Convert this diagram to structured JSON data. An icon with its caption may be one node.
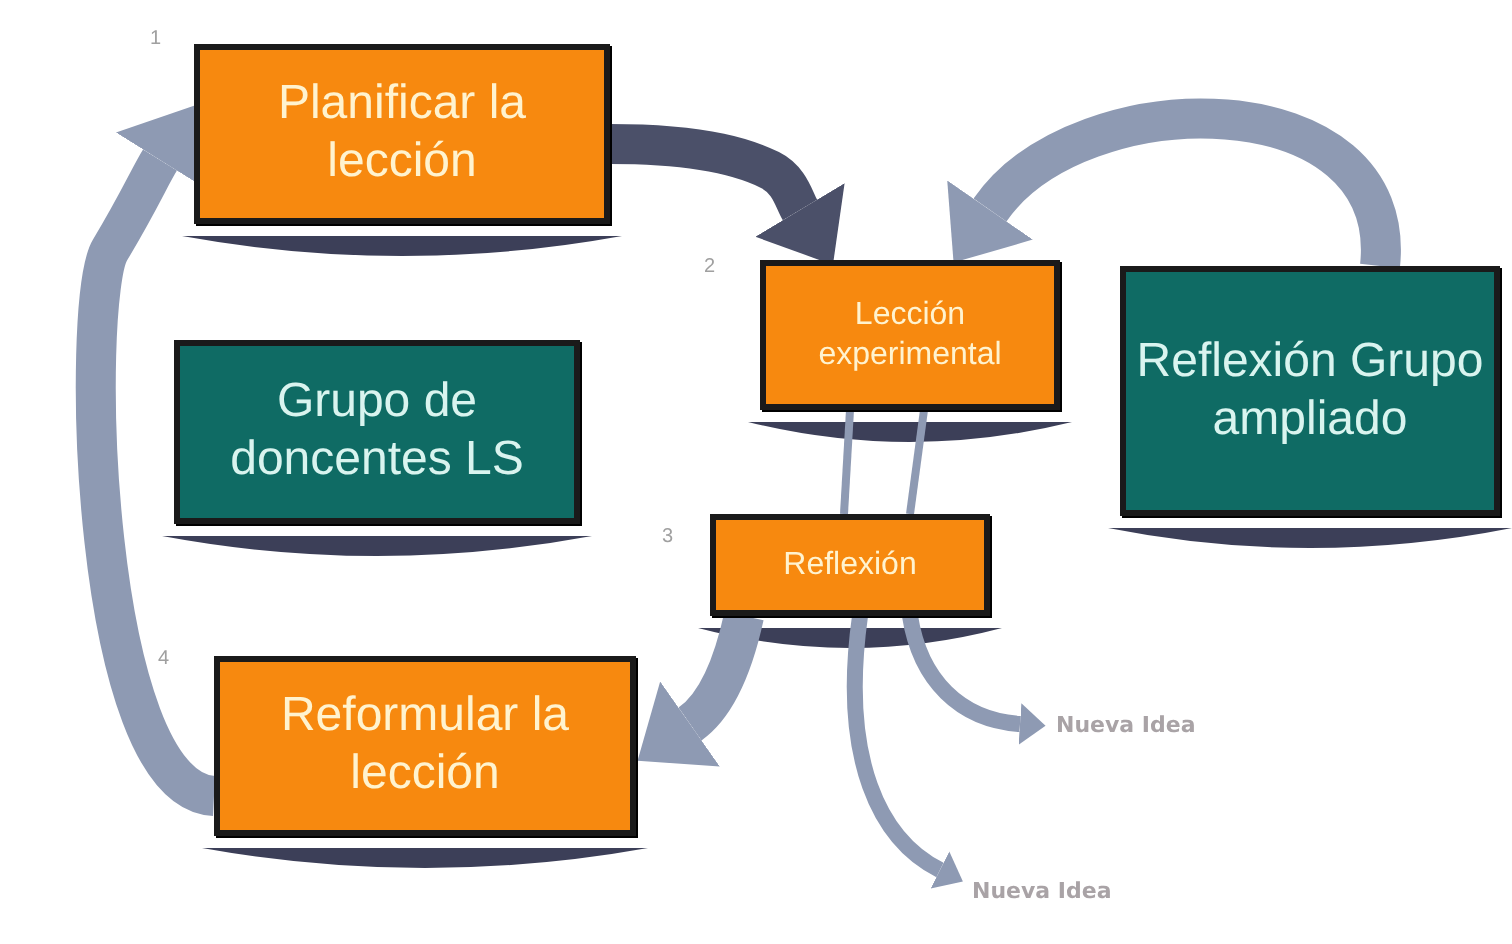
{
  "diagram": {
    "nodes": [
      {
        "text": [
          "Planificar la lección"
        ],
        "beside": [
          "1"
        ]
      },
      {
        "text": [
          "Grupo de doncentes LS"
        ]
      },
      {
        "text": [
          "Lección experimental"
        ],
        "beside": [
          "2"
        ]
      },
      {
        "text": [
          "Reflexión Grupo ampliado"
        ]
      },
      {
        "text": [
          "Reflexión"
        ],
        "beside": [
          "3"
        ]
      },
      {
        "text": [
          "Reformular la lección"
        ],
        "beside": [
          "4"
        ]
      },
      {
        "text": [
          "Nueva Idea"
        ]
      },
      {
        "text": [
          "Nueva Idea"
        ]
      }
    ],
    "edges": [
      {
        "from": 5,
        "to": 0,
        "arrow": "to",
        "style": "thick"
      },
      {
        "from": 0,
        "to": 2,
        "arrow": "to",
        "style": "thick",
        "color": "#4b5069"
      },
      {
        "from": 3,
        "to": 2,
        "arrow": "to",
        "style": "thick"
      },
      {
        "from": 2,
        "to": 4,
        "arrow": "none"
      },
      {
        "from": 2,
        "to": 4,
        "arrow": "none"
      },
      {
        "from": 4,
        "to": 5,
        "arrow": "to",
        "style": "thick"
      },
      {
        "from": 4,
        "to": 6,
        "arrow": "to"
      },
      {
        "from": 4,
        "to": 7,
        "arrow": "to"
      }
    ]
  }
}
